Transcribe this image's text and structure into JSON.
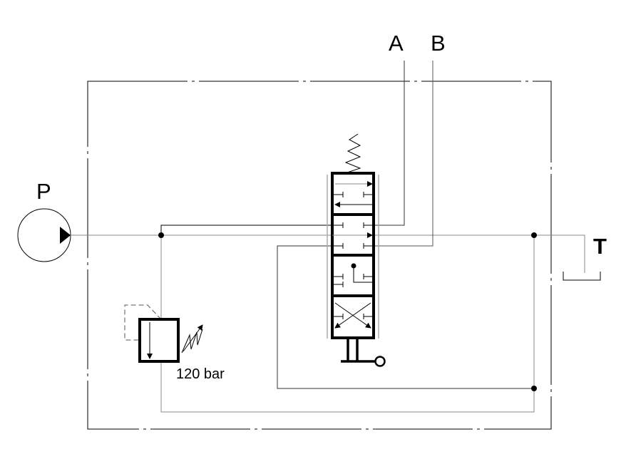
{
  "labels": {
    "port_a": "A",
    "port_b": "B",
    "pump": "P",
    "tank": "T",
    "relief_setting": "120 bar"
  },
  "colors": {
    "line": "#000000",
    "grey_line": "#999999"
  }
}
